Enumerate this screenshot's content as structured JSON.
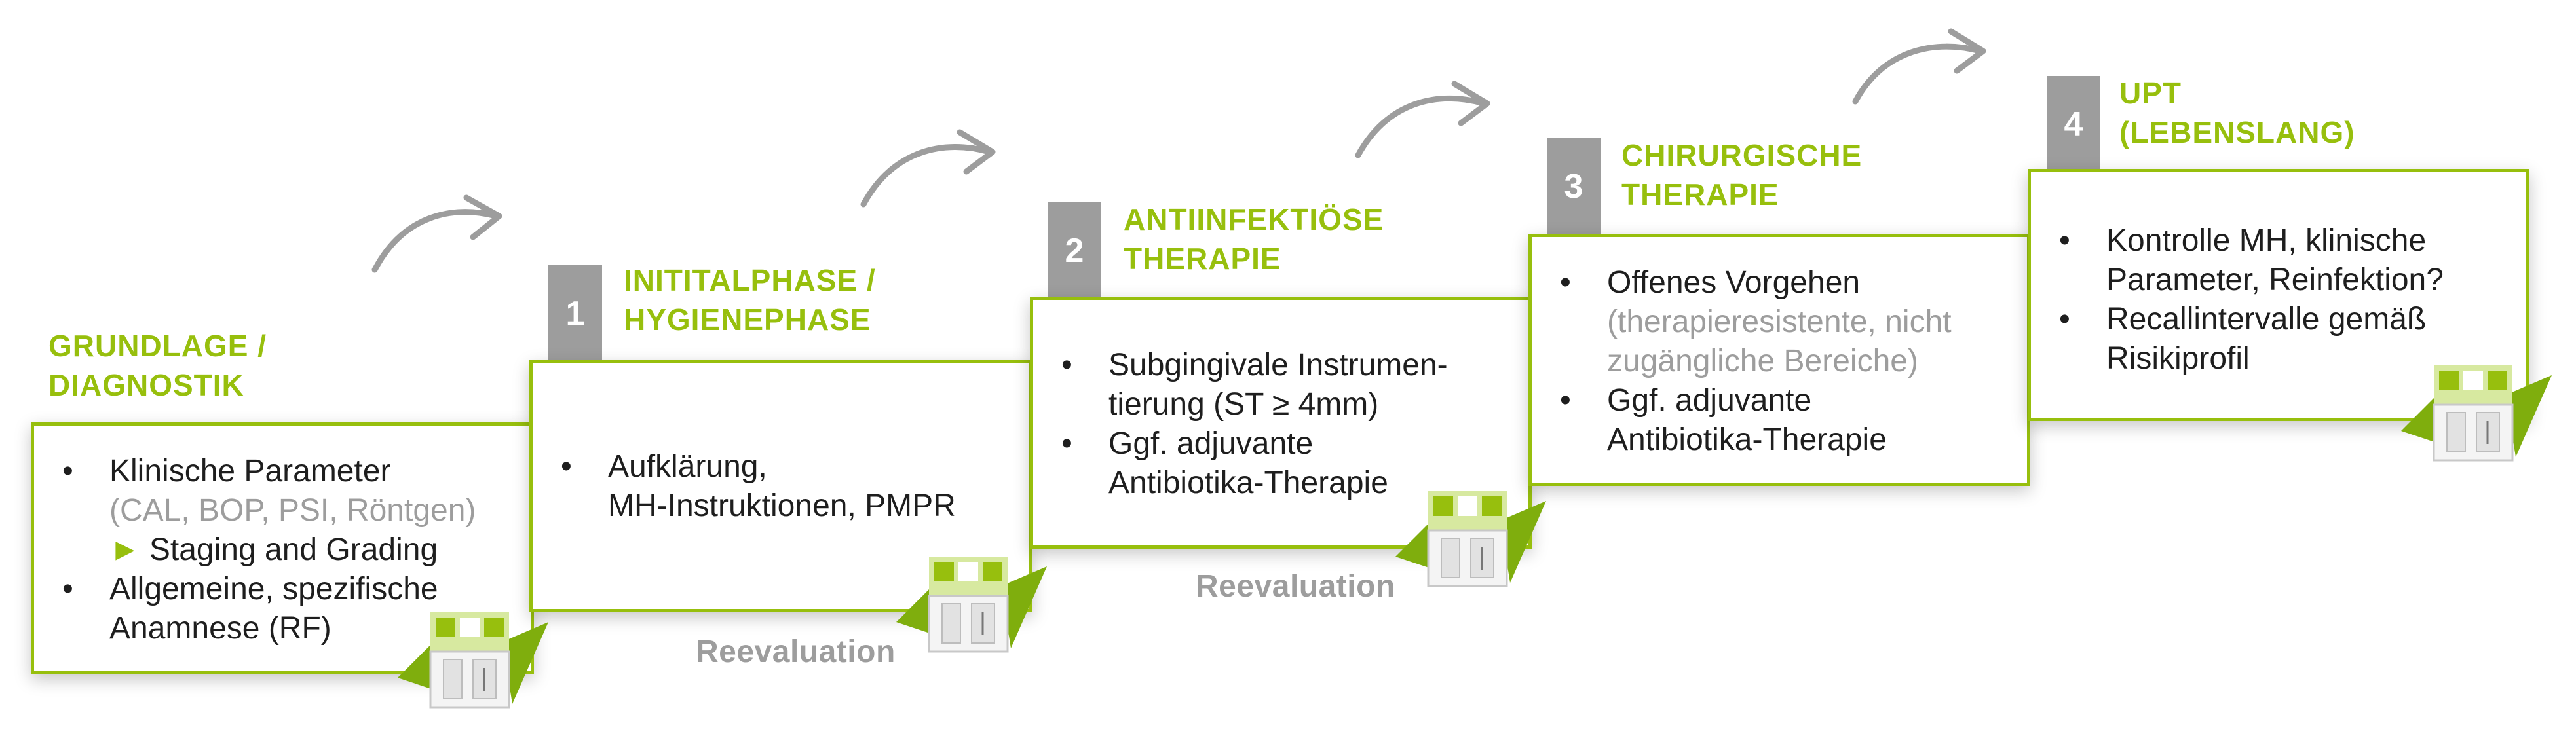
{
  "steps": [
    {
      "number": "",
      "title_lines": [
        "GRUNDLAGE /",
        "DIAGNOSTIK"
      ],
      "bullets": [
        {
          "lines": [
            {
              "text": "Klinische Parameter",
              "tone": "dark"
            },
            {
              "text": "(CAL, BOP, PSI, Röntgen)",
              "tone": "gray"
            },
            {
              "marker": "►",
              "text": "Staging and Grading",
              "tone": "dark"
            }
          ]
        },
        {
          "lines": [
            {
              "text": "Allgemeine, spezifische",
              "tone": "dark"
            },
            {
              "text": "Anamnese (RF)",
              "tone": "dark"
            }
          ]
        }
      ]
    },
    {
      "number": "1",
      "title_lines": [
        "INITITALPHASE /",
        "HYGIENEPHASE"
      ],
      "bullets": [
        {
          "lines": [
            {
              "text": "Aufklärung,",
              "tone": "dark"
            },
            {
              "text": "MH-Instruktionen, PMPR",
              "tone": "dark"
            }
          ]
        }
      ]
    },
    {
      "number": "2",
      "title_lines": [
        "ANTIINFEKTIÖSE",
        "THERAPIE"
      ],
      "bullets": [
        {
          "lines": [
            {
              "text": "Subgingivale Instrumen-",
              "tone": "dark"
            },
            {
              "text": "tierung (ST ≥ 4mm)",
              "tone": "dark"
            }
          ]
        },
        {
          "lines": [
            {
              "text": "Ggf. adjuvante",
              "tone": "dark"
            },
            {
              "text": "Antibiotika-Therapie",
              "tone": "dark"
            }
          ]
        }
      ]
    },
    {
      "number": "3",
      "title_lines": [
        "CHIRURGISCHE",
        "THERAPIE"
      ],
      "bullets": [
        {
          "lines": [
            {
              "text": "Offenes Vorgehen",
              "tone": "dark"
            },
            {
              "text": "(therapieresistente, nicht",
              "tone": "gray"
            },
            {
              "text": "zugängliche Bereiche)",
              "tone": "gray"
            }
          ]
        },
        {
          "lines": [
            {
              "text": "Ggf. adjuvante",
              "tone": "dark"
            },
            {
              "text": "Antibiotika-Therapie",
              "tone": "dark"
            }
          ]
        }
      ]
    },
    {
      "number": "4",
      "title_lines": [
        "UPT",
        "(LEBENSLANG)"
      ],
      "bullets": [
        {
          "lines": [
            {
              "text": "Kontrolle MH, klinische",
              "tone": "dark"
            },
            {
              "text": "Parameter, Reinfektion?",
              "tone": "dark"
            }
          ]
        },
        {
          "lines": [
            {
              "text": "Recallintervalle gemäß",
              "tone": "dark"
            },
            {
              "text": "Risikiprofil",
              "tone": "dark"
            }
          ]
        }
      ]
    }
  ],
  "reevaluation_labels": [
    "Reevaluation",
    "Reevaluation"
  ],
  "icons": [
    "curved-arrow-icon",
    "product-kit-icon",
    "bullet-triangle-icon"
  ],
  "colors": {
    "accent": "#97bf0d",
    "gray": "#9d9d9d",
    "text": "#1e1e1e"
  }
}
